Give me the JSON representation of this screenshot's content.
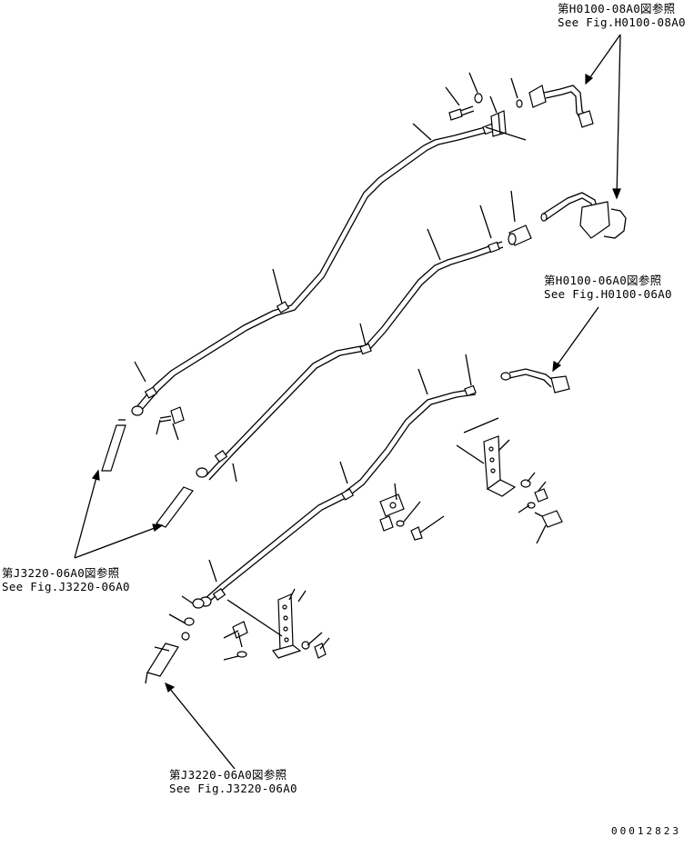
{
  "refs": {
    "top_right": {
      "jp": "第H0100-08A0図参照",
      "en": "See Fig.H0100-08A0"
    },
    "mid_right": {
      "jp": "第H0100-06A0図参照",
      "en": "See Fig.H0100-06A0"
    },
    "left": {
      "jp": "第J3220-06A0図参照",
      "en": "See Fig.J3220-06A0"
    },
    "bottom": {
      "jp": "第J3220-06A0図参照",
      "en": "See Fig.J3220-06A0"
    }
  },
  "drawing_code": "00012823"
}
